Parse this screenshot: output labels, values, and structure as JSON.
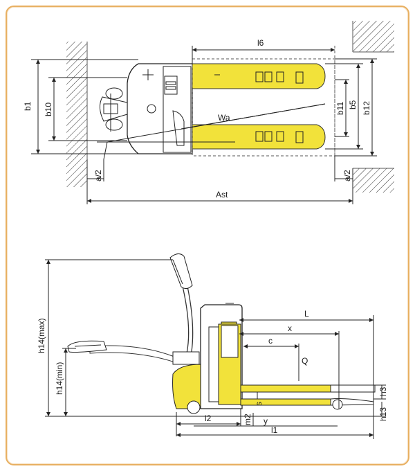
{
  "colors": {
    "accent_yellow": "#f2e23a",
    "frame_border": "#e8b062",
    "line": "#2a2a2a"
  },
  "top_view": {
    "labels": {
      "l6": "l6",
      "b1": "b1",
      "b10": "b10",
      "b11": "b11",
      "b5": "b5",
      "b12": "b12",
      "wa": "Wa",
      "a2_left": "a/2",
      "a2_right": "a/2",
      "ast": "Ast"
    }
  },
  "side_view": {
    "labels": {
      "h14_max": "h14(max)",
      "h14_min": "h14(min)",
      "L": "L",
      "x": "x",
      "c": "c",
      "Q": "Q",
      "s": "s",
      "h3": "h3",
      "h13": "h13",
      "l2": "l2",
      "m2": "m2",
      "y": "y",
      "l1": "l1"
    }
  }
}
